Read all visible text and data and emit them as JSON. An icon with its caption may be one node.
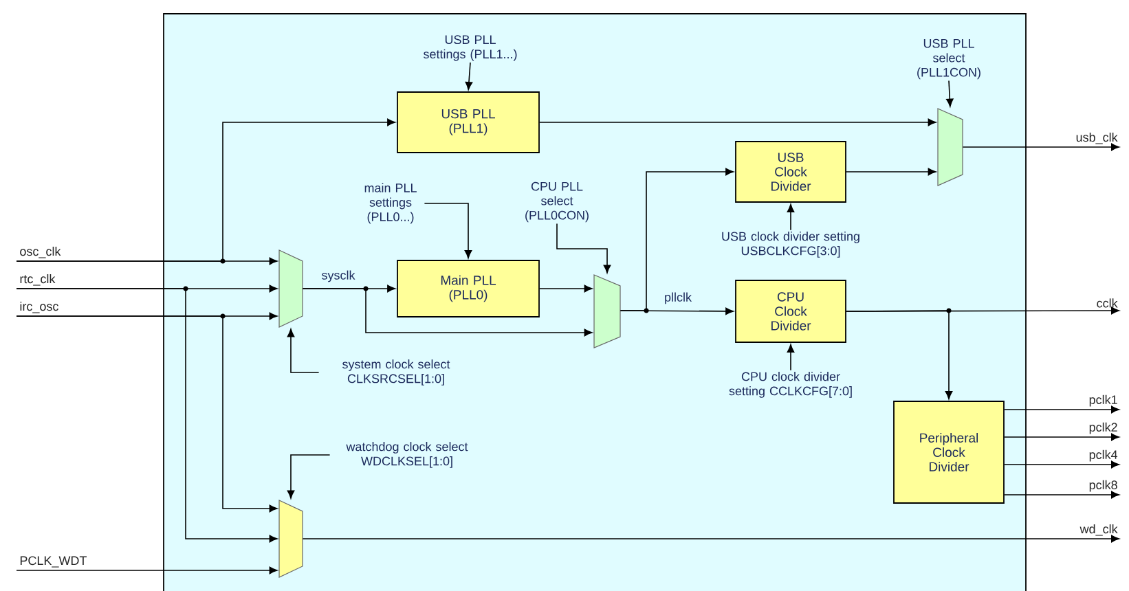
{
  "diagram": {
    "nodes": [
      {
        "text": [
          "osc_clk"
        ]
      },
      {
        "text": [
          "rtc_clk"
        ]
      },
      {
        "text": [
          "irc_osc"
        ]
      },
      {
        "text": [
          "PCLK_WDT"
        ]
      },
      {
        "text": [
          "USB PLL settings (PLL1...)"
        ]
      },
      {
        "text": [
          "USB PLL (PLL1)"
        ]
      },
      {
        "text": [
          "main PLL settings (PLL0...)"
        ]
      },
      {
        "text": [],
        "shape": "trapezoid"
      },
      {
        "text": [
          "Main PLL (PLL0)"
        ]
      },
      {
        "text": [
          "system clock select CLKSRCSEL[1:0]"
        ]
      },
      {
        "text": [
          "CPU PLL select (PLL0CON)"
        ]
      },
      {
        "text": [],
        "shape": "trapezoid"
      },
      {
        "text": [
          "USB Clock Divider"
        ]
      },
      {
        "text": [
          "USB clock divider setting USBCLKCFG[3:0]"
        ]
      },
      {
        "text": [
          "CPU Clock Divider"
        ]
      },
      {
        "text": [
          "CPU clock divider setting CCLKCFG[7:0]"
        ]
      },
      {
        "text": [
          "USB PLL select (PLL1CON)"
        ]
      },
      {
        "text": [],
        "shape": "trapezoid"
      },
      {
        "text": [
          "Peripheral Clock Divider"
        ]
      },
      {
        "text": [
          "watchdog clock select WDCLKSEL[1:0]"
        ]
      },
      {
        "text": [],
        "shape": "trapezoid"
      },
      {
        "text": [
          "usb_clk"
        ]
      },
      {
        "text": [
          "cclk"
        ]
      },
      {
        "text": [
          "pclk1"
        ]
      },
      {
        "text": [
          "pclk2"
        ]
      },
      {
        "text": [
          "pclk4"
        ]
      },
      {
        "text": [
          "pclk8"
        ]
      },
      {
        "text": [
          "wd_clk"
        ]
      }
    ],
    "edges": [
      {
        "from": 0,
        "to": 7,
        "arrow": "to"
      },
      {
        "from": 0,
        "to": 5,
        "arrow": "to"
      },
      {
        "from": 1,
        "to": 7,
        "arrow": "to"
      },
      {
        "from": 1,
        "to": 20,
        "arrow": "to"
      },
      {
        "from": 2,
        "to": 7,
        "arrow": "to"
      },
      {
        "from": 2,
        "to": 20,
        "arrow": "to"
      },
      {
        "from": 3,
        "to": 20,
        "arrow": "to"
      },
      {
        "from": 4,
        "to": 5,
        "arrow": "to"
      },
      {
        "from": 6,
        "to": 8,
        "arrow": "to"
      },
      {
        "from": 7,
        "to": 8,
        "arrow": "to",
        "label": "sysclk"
      },
      {
        "from": 7,
        "to": 11,
        "arrow": "to"
      },
      {
        "from": 8,
        "to": 11,
        "arrow": "to"
      },
      {
        "from": 9,
        "to": 7,
        "arrow": "to"
      },
      {
        "from": 10,
        "to": 11,
        "arrow": "to"
      },
      {
        "from": 11,
        "to": 14,
        "arrow": "to",
        "label": "pllclk"
      },
      {
        "from": 11,
        "to": 12,
        "arrow": "to"
      },
      {
        "from": 5,
        "to": 17,
        "arrow": "to"
      },
      {
        "from": 12,
        "to": 17,
        "arrow": "to"
      },
      {
        "from": 13,
        "to": 12,
        "arrow": "to"
      },
      {
        "from": 15,
        "to": 14,
        "arrow": "to"
      },
      {
        "from": 16,
        "to": 17,
        "arrow": "to"
      },
      {
        "from": 17,
        "to": 21,
        "arrow": "to"
      },
      {
        "from": 14,
        "to": 22,
        "arrow": "to"
      },
      {
        "from": 14,
        "to": 18,
        "arrow": "to"
      },
      {
        "from": 18,
        "to": 23,
        "arrow": "to"
      },
      {
        "from": 18,
        "to": 24,
        "arrow": "to"
      },
      {
        "from": 18,
        "to": 25,
        "arrow": "to"
      },
      {
        "from": 18,
        "to": 26,
        "arrow": "to"
      },
      {
        "from": 19,
        "to": 20,
        "arrow": "to"
      },
      {
        "from": 20,
        "to": 27,
        "arrow": "to"
      }
    ]
  }
}
